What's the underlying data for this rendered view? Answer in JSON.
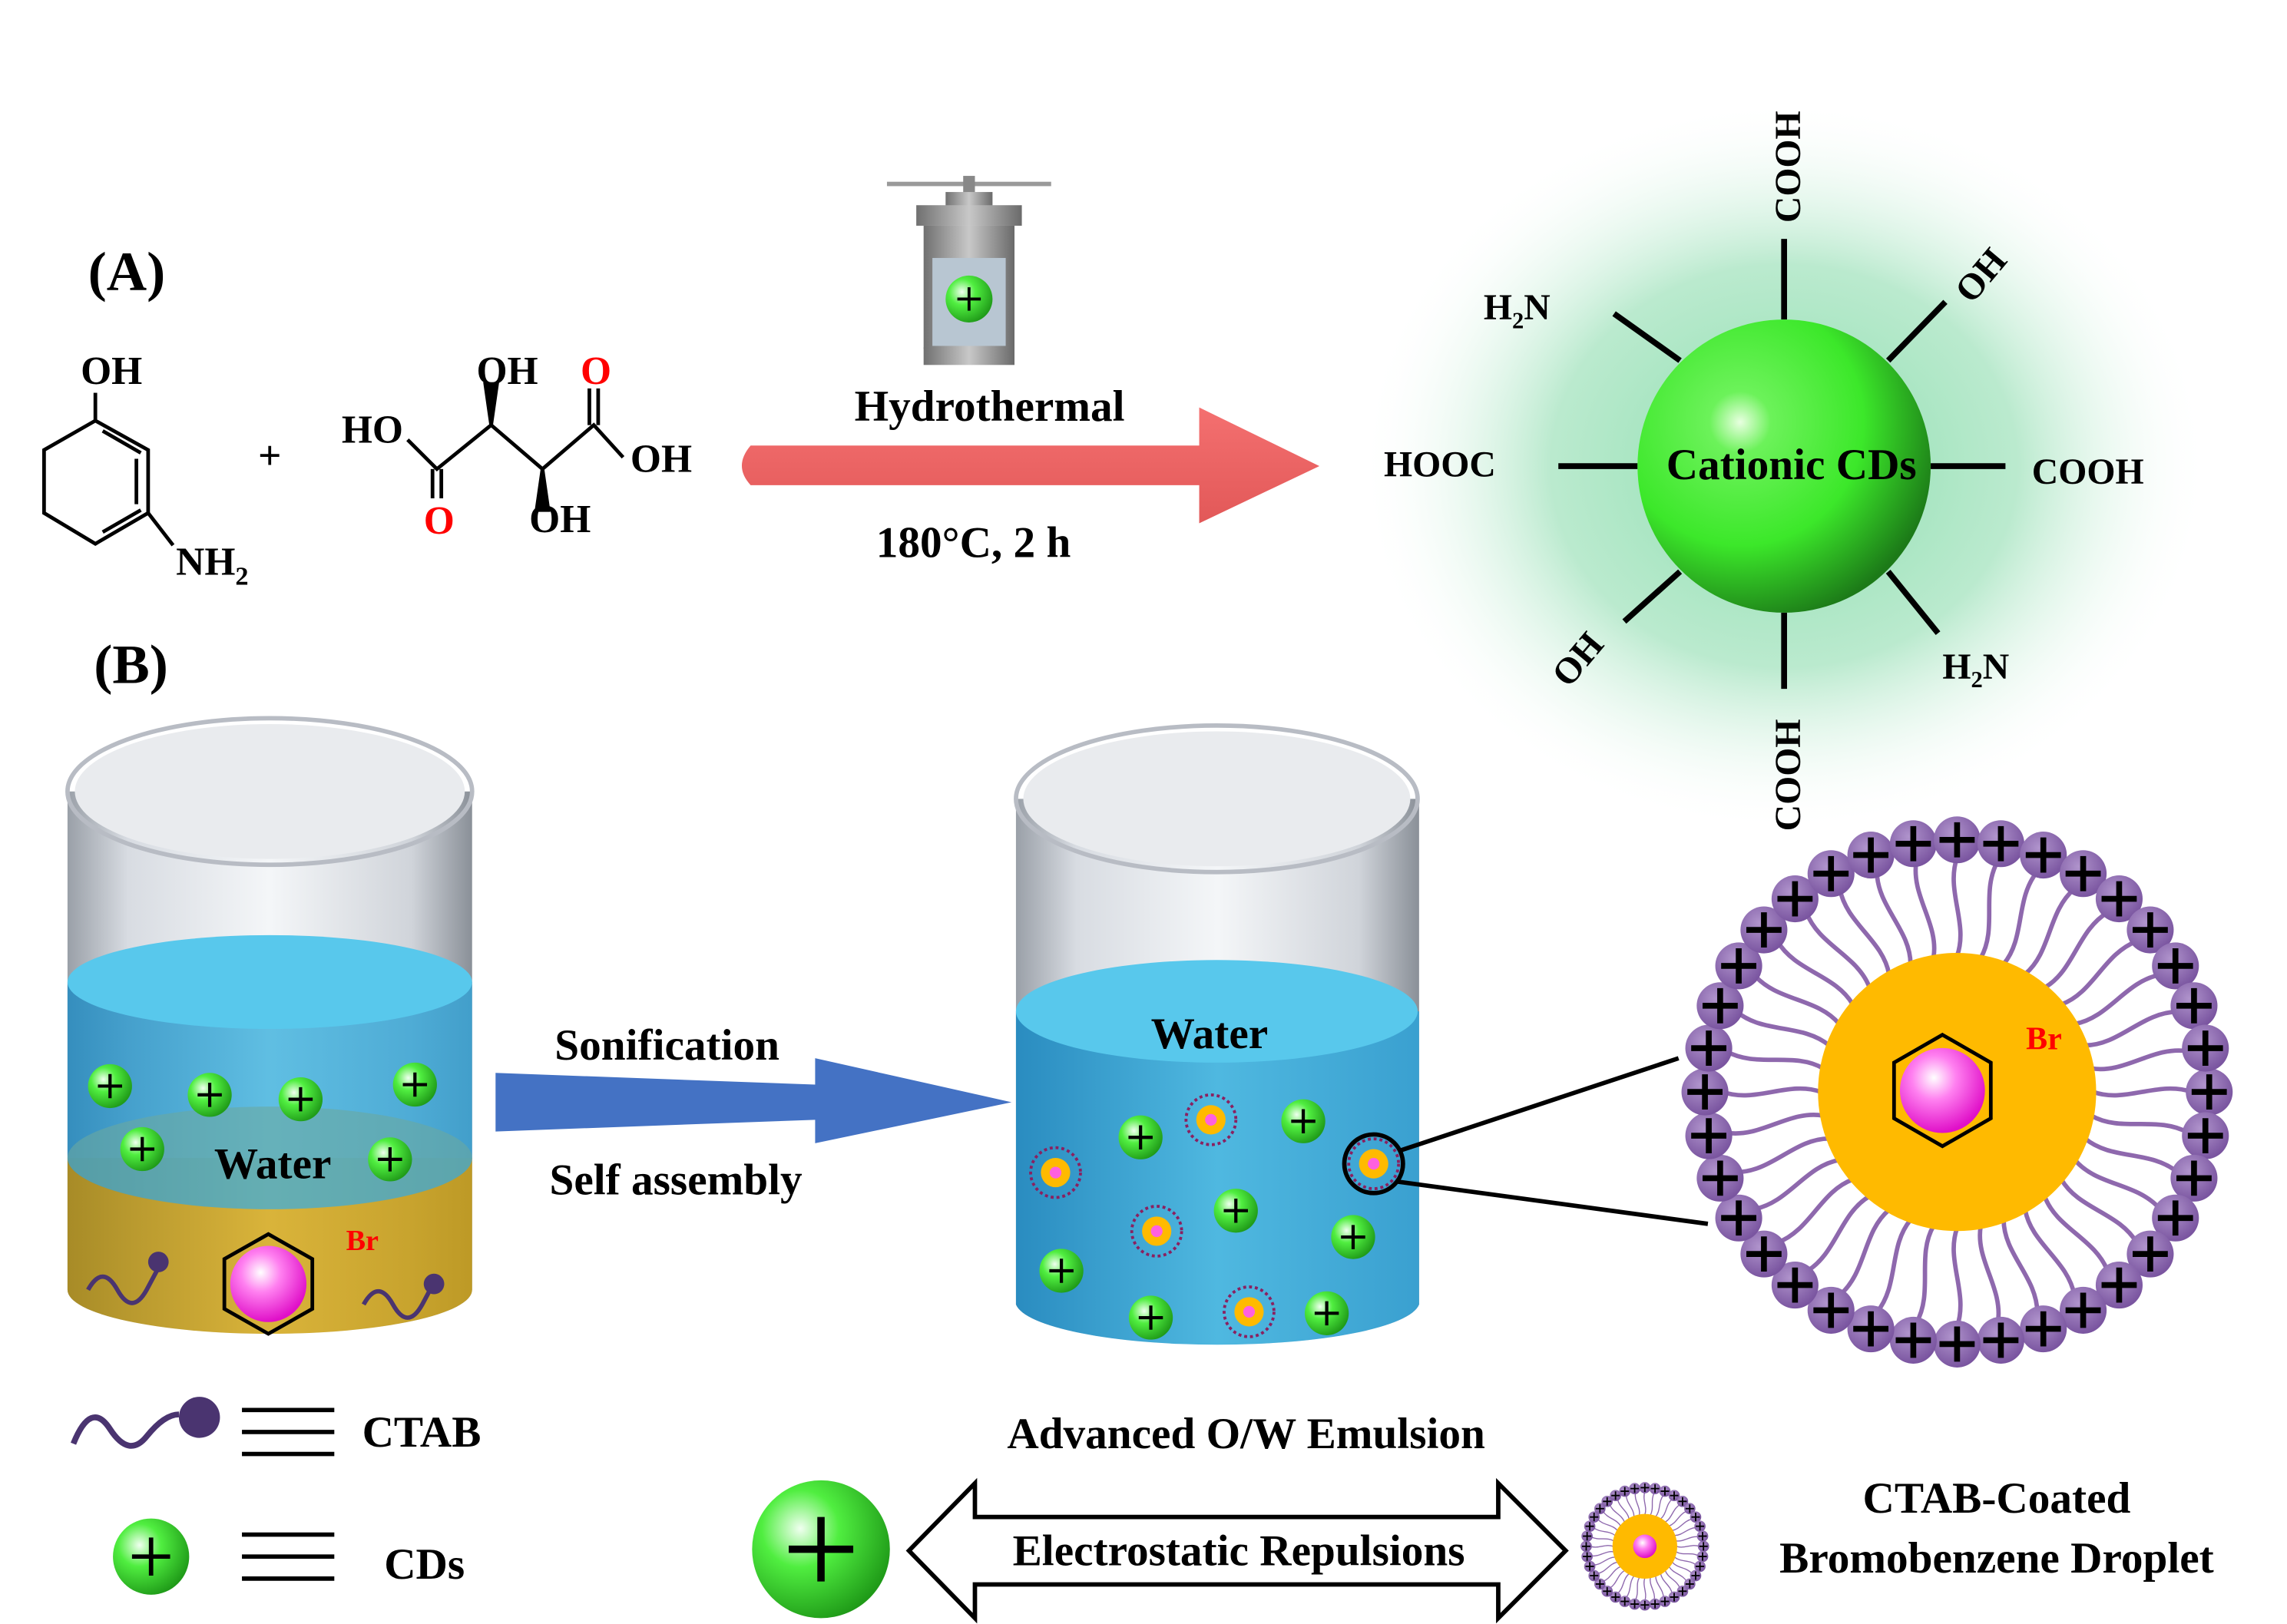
{
  "panel_a": {
    "label": "(A)",
    "aminophenol": {
      "oh": "OH",
      "nh": "NH",
      "nh_sub": "2"
    },
    "plus": "+",
    "tartaric_acid": {
      "ho_left": "HO",
      "oh_top": "OH",
      "o_top": "O",
      "oh_right": "OH",
      "o_bottom": "O",
      "oh_bottom": "OH"
    },
    "reaction": {
      "condition_top": "Hydrothermal",
      "condition_bottom": "180°C, 2 h"
    },
    "product": {
      "label": "Cationic CDs",
      "groups": {
        "top": "COOH",
        "top_right": "OH",
        "right": "COOH",
        "bottom_right_main": "H",
        "bottom_right_sub": "2",
        "bottom_right_end": "N",
        "bottom": "COOH",
        "bottom_left": "OH",
        "left": "HOOC",
        "top_left_main": "H",
        "top_left_sub": "2",
        "top_left_end": "N"
      }
    }
  },
  "panel_b": {
    "label": "(B)",
    "beaker_left": {
      "water_label": "Water",
      "br_label": "Br"
    },
    "process": {
      "top": "Sonification",
      "bottom": "Self assembly"
    },
    "beaker_middle": {
      "water_label": "Water",
      "caption": "Advanced O/W Emulsion"
    },
    "droplet_detail": {
      "br_label": "Br"
    },
    "legend": {
      "ctab": "CTAB",
      "cds": "CDs"
    },
    "repulsion": {
      "label": "Electrostatic Repulsions",
      "droplet_caption_line1": "CTAB-Coated",
      "droplet_caption_line2": "Bromobenzene Droplet"
    }
  },
  "colors": {
    "cd_green": "#3fe82a",
    "arrow_red": "#ef6464",
    "arrow_blue": "#4472c4",
    "water_blue": "#4fb8e0",
    "oil_yellow": "#d8b030",
    "ctab_purple": "#8e68ad",
    "droplet_orange": "#ffba00",
    "bromobenzene_pink": "#ff40e0",
    "oxygen_red": "#ff0000"
  }
}
